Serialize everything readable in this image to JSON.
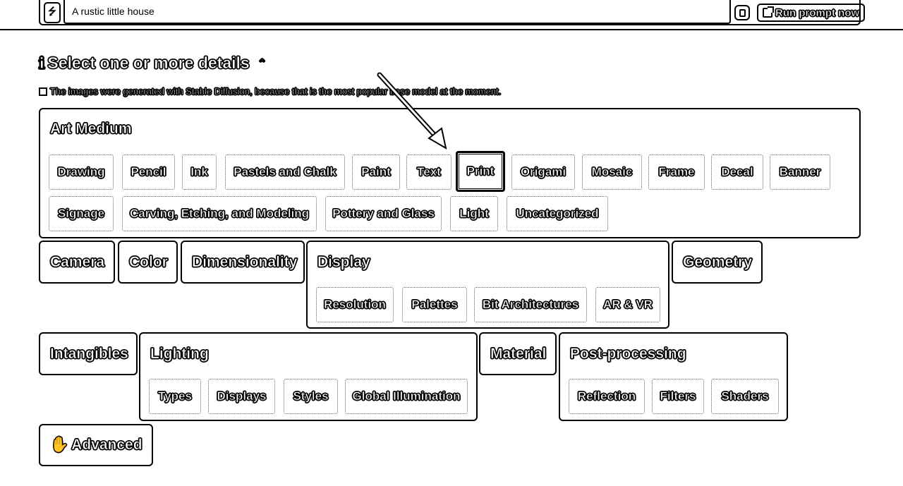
{
  "topbar": {
    "prompt_value": "A rustic little house",
    "run_label": "Run prompt now"
  },
  "heading": {
    "title": "Select one or more details",
    "note": "The images were generated with Stable Diffusion, because that is the most popular base model at the moment."
  },
  "art_medium": {
    "title": "Art Medium",
    "tags": [
      "Drawing",
      "Pencil",
      "Ink",
      "Pastels and Chalk",
      "Paint",
      "Text",
      "Print",
      "Origami",
      "Mosaic",
      "Frame",
      "Decal",
      "Banner",
      "Signage",
      "Carving, Etching, and Modeling",
      "Pottery and Glass",
      "Light",
      "Uncategorized"
    ],
    "selected": "Print"
  },
  "camera": {
    "title": "Camera"
  },
  "color": {
    "title": "Color"
  },
  "dimensionality": {
    "title": "Dimensionality"
  },
  "display": {
    "title": "Display",
    "tags": [
      "Resolution",
      "Palettes",
      "Bit Architectures",
      "AR & VR"
    ]
  },
  "geometry": {
    "title": "Geometry"
  },
  "intangibles": {
    "title": "Intangibles"
  },
  "lighting": {
    "title": "Lighting",
    "tags": [
      "Types",
      "Displays",
      "Styles",
      "Global Illumination"
    ]
  },
  "material": {
    "title": "Material"
  },
  "post_processing": {
    "title": "Post-processing",
    "tags": [
      "Reflection",
      "Filters",
      "Shaders"
    ]
  },
  "advanced": {
    "title": "Advanced",
    "icon": "hand-icon"
  }
}
